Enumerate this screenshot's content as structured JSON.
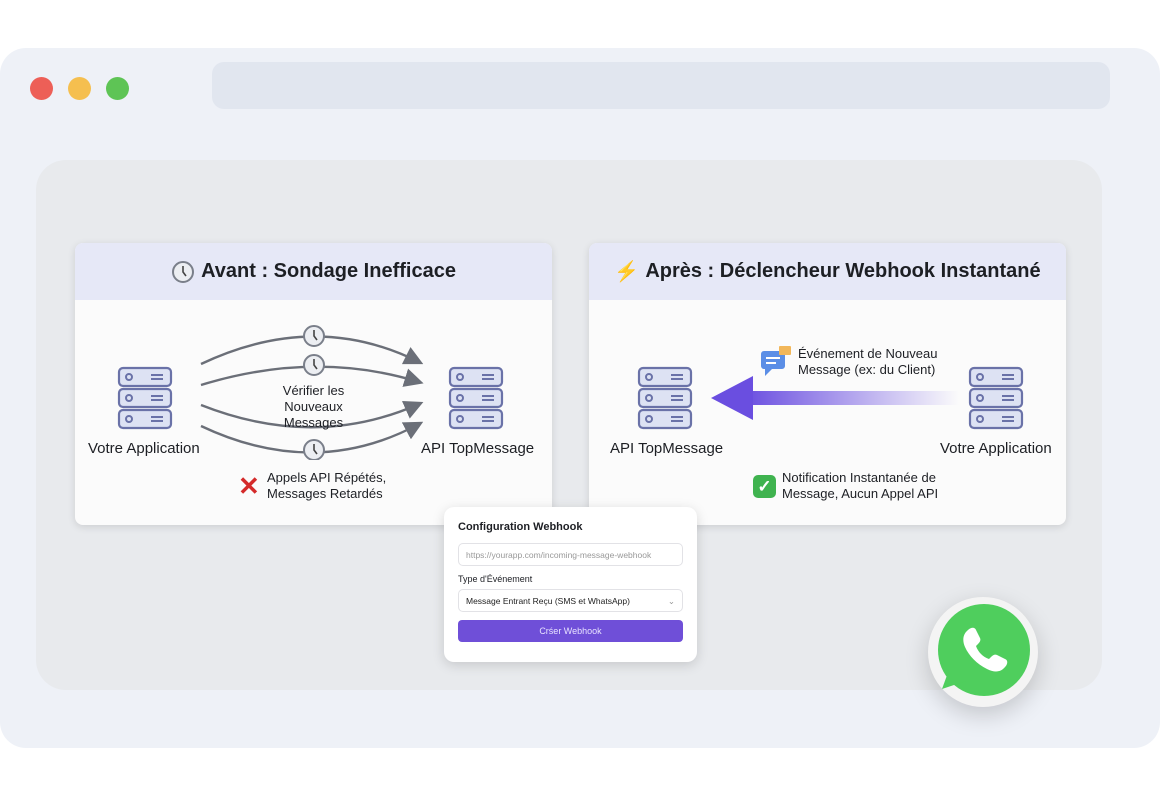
{
  "window": {
    "controls": [
      "close",
      "minimize",
      "maximize"
    ],
    "colors": {
      "close": "#ed5f57",
      "minimize": "#f5bf4f",
      "maximize": "#5ec455"
    }
  },
  "before": {
    "title": "Avant : Sondage Inefficace",
    "icon": "clock-icon",
    "left_label": "Votre Application",
    "right_label": "API TopMessage",
    "arrow_label_1": "Vérifier les",
    "arrow_label_2": "Nouveaux Messages",
    "result_1": "Appels API Répétés,",
    "result_2": "Messages Retardés",
    "result_icon": "cross-icon"
  },
  "after": {
    "title": "Après : Déclencheur Webhook Instantané",
    "icon": "lightning-icon",
    "left_label": "API TopMessage",
    "right_label": "Votre Application",
    "event_1": "Événement de Nouveau",
    "event_2": "Message (ex: du Client)",
    "result_1": "Notification Instantanée de",
    "result_2": "Message, Aucun Appel API",
    "result_icon": "check-icon",
    "accent": "#6a4ee0"
  },
  "config": {
    "title": "Configuration Webhook",
    "url_placeholder": "https://yourapp.com/incoming-message-webhook",
    "event_type_label": "Type d'Événement",
    "event_type_value": "Message Entrant Reçu (SMS et WhatsApp)",
    "create_button": "Crśer Webhook",
    "button_color": "#6f4fd8"
  },
  "badge": {
    "icon": "whatsapp-icon",
    "color": "#4fce5d"
  }
}
